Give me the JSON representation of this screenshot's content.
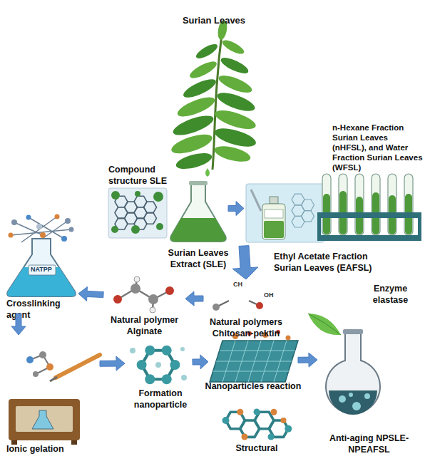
{
  "diagram": {
    "nodes": [
      {
        "text": [
          "Surian Leaves"
        ]
      },
      {
        "text": [
          "Compound structure SLE"
        ]
      },
      {
        "text": [
          "Surian Leaves Extract (SLE)"
        ]
      },
      {
        "text": [
          "Ethyl Acetate Fraction Surian Leaves (EAFSL)"
        ]
      },
      {
        "text": [
          "n-Hexane Fraction Surian Leaves (nHFSL), and Water Fraction Surian Leaves (WFSL)"
        ]
      },
      {
        "text": [
          "Crosslinking agent"
        ]
      },
      {
        "text": [
          "Natural polymer Alginate"
        ]
      },
      {
        "text": [
          "Natural polymers Chitosan-pektin"
        ]
      },
      {
        "text": [
          "Enzyme elastase"
        ]
      },
      {
        "text": [
          "Ionic gelation"
        ]
      },
      {
        "text": [
          "Formation nanoparticle"
        ]
      },
      {
        "text": [
          "Nanoparticles reaction"
        ]
      },
      {
        "text": [
          "Structural"
        ]
      },
      {
        "text": [
          "Anti-aging NPSLE-NPEAFSL"
        ]
      }
    ],
    "edges": [
      {
        "from": 2,
        "to": 3,
        "arrow": "to"
      },
      {
        "from": 3,
        "to": 7,
        "arrow": "to"
      },
      {
        "from": 7,
        "to": 6,
        "arrow": "to"
      },
      {
        "from": 6,
        "to": 5,
        "arrow": "to"
      },
      {
        "from": 5,
        "to": 9,
        "arrow": "to"
      },
      {
        "from": 9,
        "to": 10,
        "arrow": "to"
      },
      {
        "from": 10,
        "to": 11,
        "arrow": "to"
      },
      {
        "from": 11,
        "to": 13,
        "arrow": "to"
      }
    ],
    "labels": [
      "NATPP",
      "CH",
      "OH"
    ]
  }
}
